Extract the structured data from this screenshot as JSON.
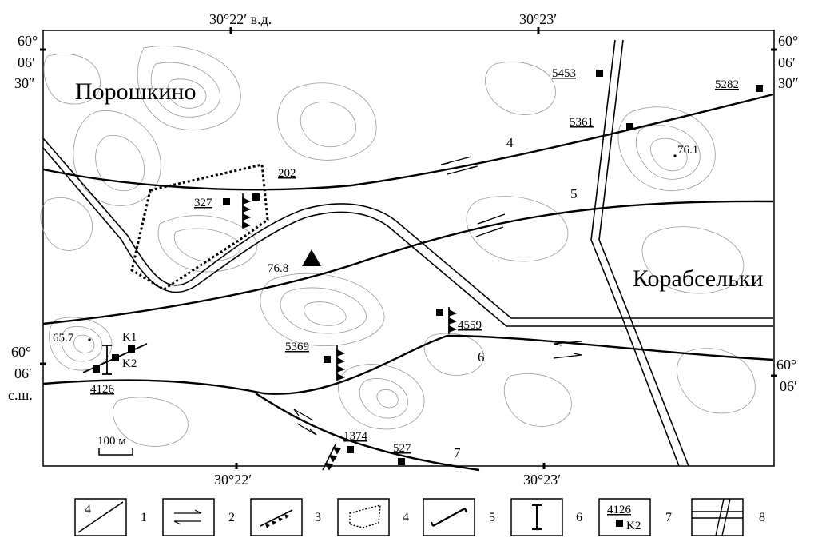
{
  "coords": {
    "top_lon_1": "30°22′ в.д.",
    "top_lon_2": "30°23′",
    "bottom_lon_1": "30°22′",
    "bottom_lon_2": "30°23′",
    "lat_top_deg": "60°",
    "lat_top_min": "06′",
    "lat_top_sec": "30″",
    "lat_bottom_deg": "60°",
    "lat_bottom_min": "06′",
    "lat_bottom_suffix": "с.ш.",
    "right_top_deg": "60°",
    "right_top_min": "06′",
    "right_top_sec": "30″",
    "right_bottom_deg": "60°",
    "right_bottom_min": "06′"
  },
  "places": {
    "village_1": "Порошкино",
    "village_2": "Корабсельки"
  },
  "heights": {
    "h1": "76.1",
    "h2": "76.8",
    "h3": "65.7"
  },
  "faults": {
    "f4": "4",
    "f5": "5",
    "f6": "6",
    "f7": "7"
  },
  "sites": {
    "s5453": "5453",
    "s5282": "5282",
    "s5361": "5361",
    "s202": "202",
    "s327": "327",
    "s4559": "4559",
    "s5369": "5369",
    "s4126": "4126",
    "s1374": "1374",
    "s527": "527",
    "k1": "K1",
    "k2": "K2"
  },
  "scale": {
    "label": "100 м"
  },
  "legend": [
    {
      "num": "1",
      "sample": "4"
    },
    {
      "num": "2"
    },
    {
      "num": "3"
    },
    {
      "num": "4"
    },
    {
      "num": "5"
    },
    {
      "num": "6"
    },
    {
      "num": "7",
      "sample_top": "4126",
      "sample_bottom": "K2"
    },
    {
      "num": "8"
    }
  ]
}
